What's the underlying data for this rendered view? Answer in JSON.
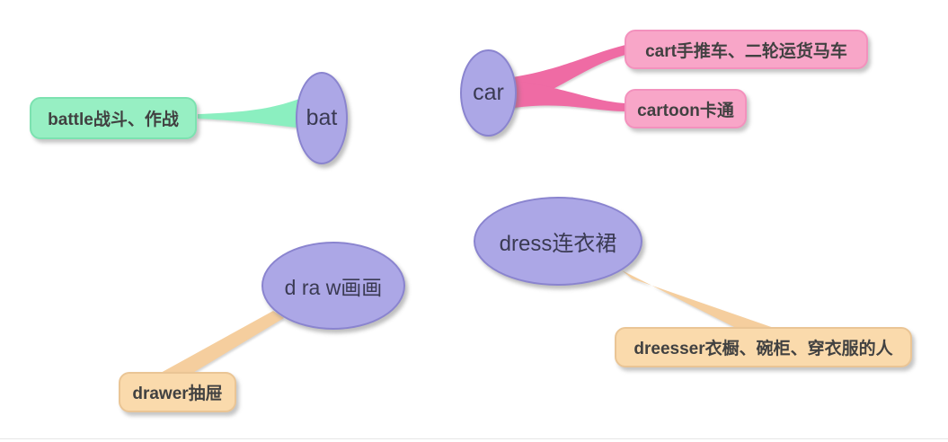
{
  "title": "word-association-mind-map",
  "colors": {
    "background": "#ffffff",
    "ellipse_fill": "#aca7e6",
    "ellipse_border": "#8a84cf",
    "ellipse_text": "#3a3a52",
    "green_fill": "#97efc3",
    "green_border": "#7ce2b0",
    "green_connector": "#8befc0",
    "pink_fill": "#f8a6c8",
    "pink_border": "#f391bd",
    "pink_connector": "#ef6ba4",
    "tan_fill": "#fadaac",
    "tan_border": "#eac595",
    "tan_connector": "#f5ce9e",
    "box_text": "#414141"
  },
  "map": {
    "groups": [
      {
        "root": {
          "label": "bat"
        },
        "children": [
          {
            "label": "battle战斗、作战"
          }
        ],
        "branch_color": "#8befc0"
      },
      {
        "root": {
          "label": "car"
        },
        "children": [
          {
            "label": "cart手推车、二轮运货马车"
          },
          {
            "label": "cartoon卡通"
          }
        ],
        "branch_color": "#ef6ba4"
      },
      {
        "root": {
          "label": "d ra w画画"
        },
        "children": [
          {
            "label": "drawer抽屉"
          }
        ],
        "branch_color": "#f5ce9e"
      },
      {
        "root": {
          "label": "dress连衣裙"
        },
        "children": [
          {
            "label": "dreesser衣橱、碗柜、穿衣服的人"
          }
        ],
        "branch_color": "#f5ce9e"
      }
    ]
  }
}
